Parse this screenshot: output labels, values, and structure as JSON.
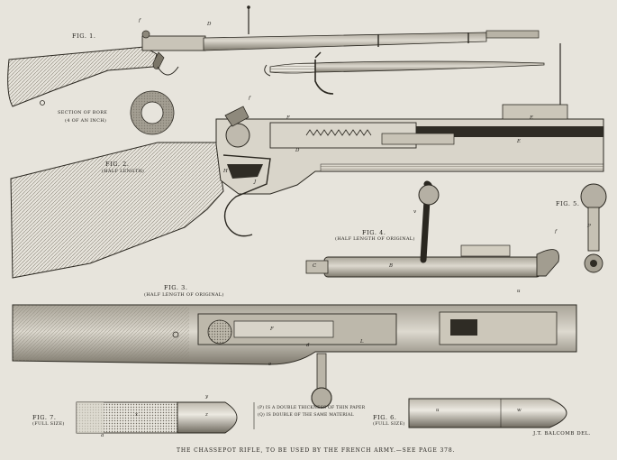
{
  "figures": {
    "fig1": "FIG. 1.",
    "section_of_bore": "SECTION OF BORE",
    "bore_scale": "(4 OF AN INCH)",
    "fig2": "FIG. 2.",
    "fig2_scale": "(HALF LENGTH)",
    "fig3": "FIG. 3.",
    "fig3_scale": "(HALF LENGTH OF ORIGINAL)",
    "fig4": "FIG. 4.",
    "fig4_scale": "(HALF LENGTH OF ORIGINAL)",
    "fig5": "FIG. 5.",
    "fig6": "FIG. 6.",
    "fig6_scale": "(FULL SIZE)",
    "fig7": "FIG. 7.",
    "fig7_scale": "(FULL SIZE)"
  },
  "notes": {
    "line1": "(P) IS A DOUBLE THICKNESS OF THIN PAPER",
    "line2": "(Q) IS DOUBLE OF THE SAME MATERIAL"
  },
  "part_letters": {
    "f1": "f",
    "d1": "D",
    "f2": "f",
    "f_cap": "F",
    "e2": "E",
    "e3": "E",
    "d2": "D",
    "h2": "H",
    "j2": "J",
    "v4": "v",
    "c4": "C",
    "b4": "B",
    "f4": "f",
    "p5": "P",
    "f3": "F",
    "l3": "L",
    "d3": "d",
    "e3b": "e",
    "y7": "y",
    "x7": "x",
    "z7": "z",
    "a7": "a",
    "u6": "u",
    "w6": "w",
    "u_mark": "u"
  },
  "caption": "THE CHASSEPOT RIFLE, TO BE USED BY THE FRENCH ARMY.—SEE PAGE 378.",
  "signature": "J.T. BALCOMB DEL."
}
